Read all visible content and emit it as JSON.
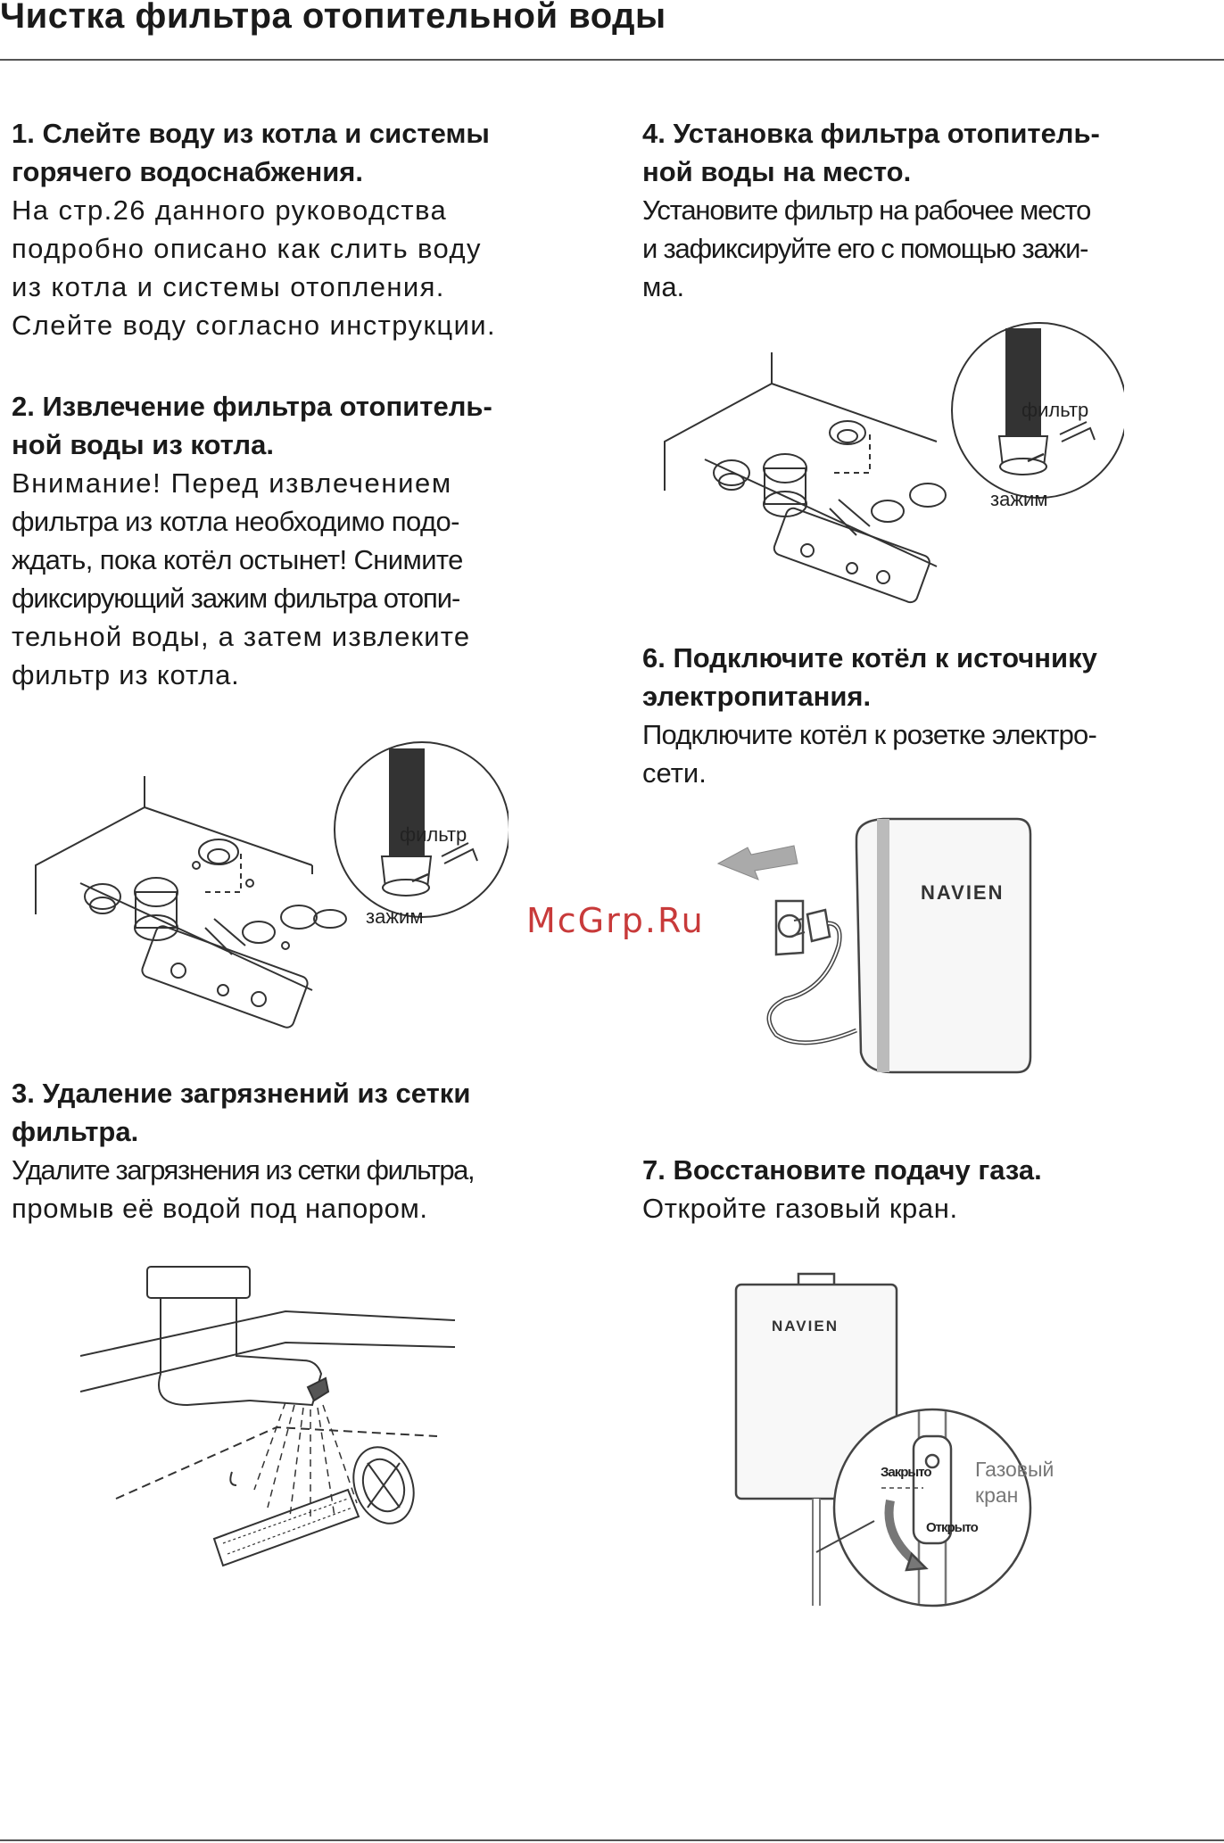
{
  "title": "Чистка фильтра отопительной воды",
  "steps": {
    "s1": {
      "heading": [
        "1. Слейте воду из котла и системы",
        "горячего водоснабжения."
      ],
      "body": [
        "На стр.26 данного руководства",
        "подробно описано как слить воду",
        "из котла и системы отопления.",
        "Слейте воду согласно инструкции."
      ]
    },
    "s2": {
      "heading": [
        "2. Извлечение фильтра отопитель-",
        "ной воды из котла."
      ],
      "body": [
        "Внимание! Перед извлечением",
        "фильтра из котла необходимо подо-",
        "ждать, пока котёл остынет! Снимите",
        "фиксирующий зажим фильтра отопи-",
        "тельной воды, а затем извлеките",
        "фильтр из котла."
      ]
    },
    "s3": {
      "heading": [
        "3. Удаление загрязнений из сетки",
        "фильтра."
      ],
      "body": [
        "Удалите загрязнения из сетки фильтра,",
        "промыв её водой под напором."
      ]
    },
    "s4": {
      "heading": [
        "4. Установка фильтра отопитель-",
        "ной воды на место."
      ],
      "body": [
        "Установите фильтр на рабочее место",
        "и зафиксируйте его с помощью зажи-",
        "ма."
      ]
    },
    "s6": {
      "heading": [
        "6. Подключите котёл к источнику",
        "электропитания."
      ],
      "body": [
        "Подключите котёл к розетке электро-",
        "сети."
      ]
    },
    "s7": {
      "heading": [
        "7. Восстановите подачу газа."
      ],
      "body": [
        "Откройте газовый кран."
      ]
    }
  },
  "figures": {
    "filter_label": "фильтр",
    "clamp_label": "зажим",
    "brand": "NAVIEN",
    "valve_closed": "Закрыто",
    "valve_open": "Открыто",
    "valve_name": [
      "Газовый",
      "кран"
    ]
  },
  "watermark": "McGrp.Ru"
}
